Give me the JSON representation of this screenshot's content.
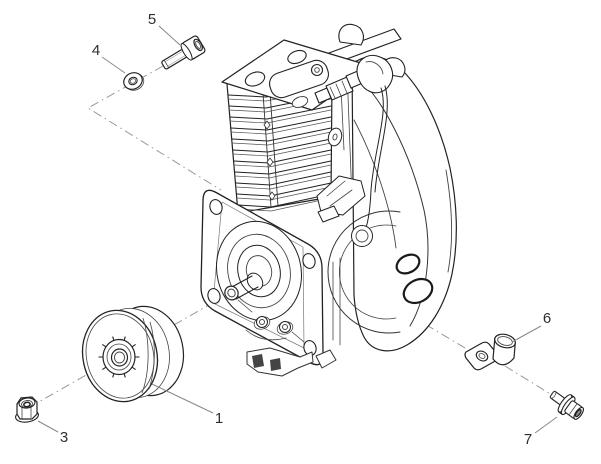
{
  "figure": {
    "type": "exploded-parts-diagram",
    "subject": "engine short block with clutch drum and fasteners",
    "background_color": "#ffffff",
    "outline_color": "#222222",
    "detail_color": "#444444",
    "axis_line_color": "#999999",
    "leader_line_color": "#888888",
    "callout_color": "#2e2e2e",
    "callouts": [
      {
        "number": "1",
        "part": "clutch-drum"
      },
      {
        "number": "3",
        "part": "hex-flange-locknut"
      },
      {
        "number": "4",
        "part": "flat-washer"
      },
      {
        "number": "5",
        "part": "socket-head-screw"
      },
      {
        "number": "6",
        "part": "cable-clamp"
      },
      {
        "number": "7",
        "part": "flange-screw"
      }
    ]
  }
}
